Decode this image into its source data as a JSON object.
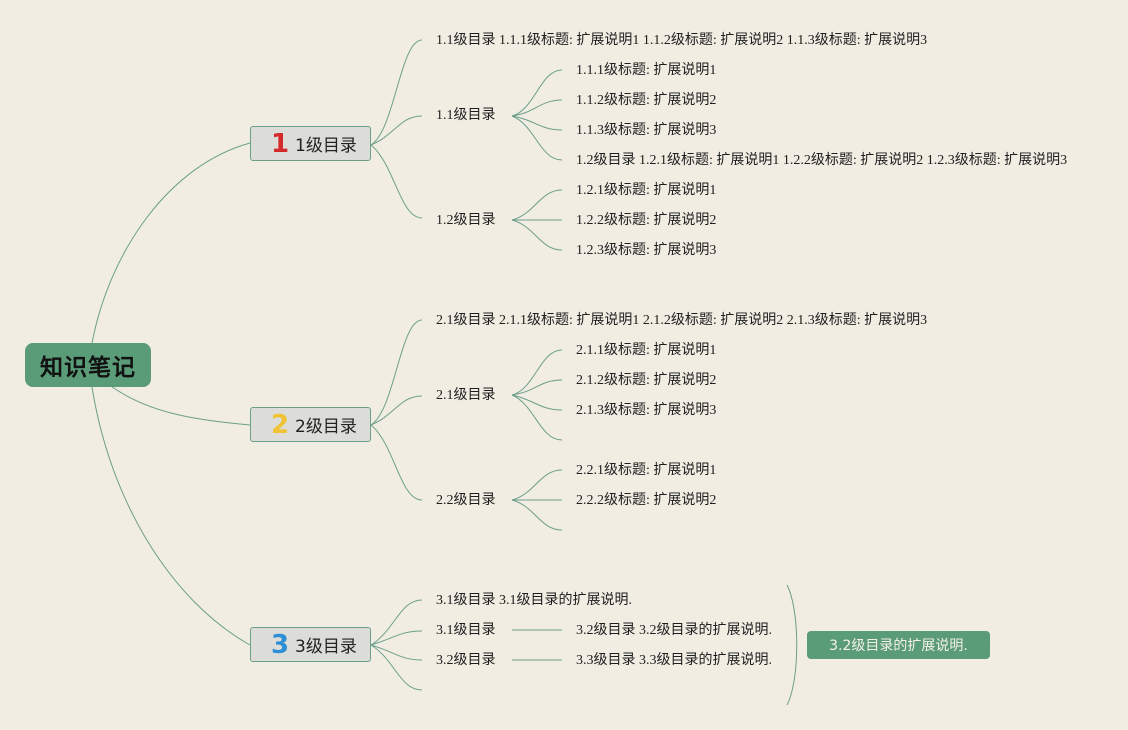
{
  "root": {
    "label": "知识笔记"
  },
  "colors": {
    "accent": "#5a9b78",
    "line": "#6c9f8a",
    "num1": "#d42a2a",
    "num2": "#f1c232",
    "num3": "#2f8fd6"
  },
  "branches": [
    {
      "number": "1",
      "label": "1级目录"
    },
    {
      "number": "2",
      "label": "2级目录"
    },
    {
      "number": "3",
      "label": "3级目录"
    }
  ],
  "b1": {
    "line1": "1.1级目录 1.1.1级标题: 扩展说明1 1.1.2级标题: 扩展说明2 1.1.3级标题: 扩展说明3",
    "sub1": {
      "label": "1.1级目录",
      "items": [
        "1.1.1级标题: 扩展说明1",
        "1.1.2级标题: 扩展说明2",
        "1.1.3级标题: 扩展说明3",
        "1.2级目录 1.2.1级标题: 扩展说明1 1.2.2级标题: 扩展说明2 1.2.3级标题: 扩展说明3"
      ]
    },
    "sub2": {
      "label": "1.2级目录",
      "items": [
        "1.2.1级标题: 扩展说明1",
        "1.2.2级标题: 扩展说明2",
        "1.2.3级标题: 扩展说明3"
      ]
    }
  },
  "b2": {
    "line1": "2.1级目录 2.1.1级标题: 扩展说明1 2.1.2级标题: 扩展说明2 2.1.3级标题: 扩展说明3",
    "sub1": {
      "label": "2.1级目录",
      "items": [
        "2.1.1级标题: 扩展说明1",
        "2.1.2级标题: 扩展说明2",
        "2.1.3级标题: 扩展说明3"
      ]
    },
    "sub2": {
      "label": "2.2级目录",
      "items": [
        "2.2.1级标题: 扩展说明1",
        "2.2.2级标题: 扩展说明2"
      ]
    }
  },
  "b3": {
    "line1": "3.1级目录 3.1级目录的扩展说明.",
    "sub1": {
      "label": "3.1级目录",
      "detail": "3.2级目录 3.2级目录的扩展说明."
    },
    "sub2": {
      "label": "3.2级目录",
      "detail": "3.3级目录 3.3级目录的扩展说明."
    }
  },
  "summary": {
    "label": "3.2级目录的扩展说明."
  }
}
